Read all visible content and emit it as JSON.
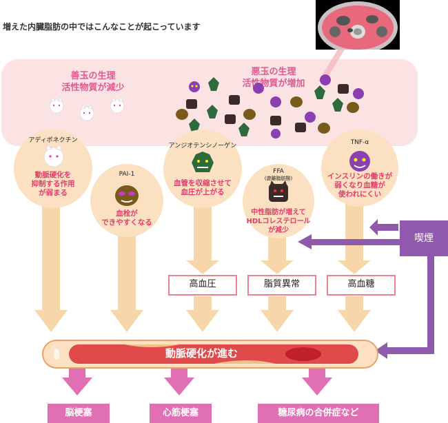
{
  "header": {
    "title": "増えた内臓脂肪の中ではこんなことが起こっています"
  },
  "band": {
    "good_label": "善玉の生理\n活性物質が減少",
    "good_label_l1": "善玉の生理",
    "good_label_l2": "活性物質が減少",
    "bad_label_l1": "悪玉の生理",
    "bad_label_l2": "活性物質が増加"
  },
  "substances": [
    {
      "name": "アディポネクチン",
      "line1": "動脈硬化を",
      "line2": "抑制する作用",
      "line3": "が弱まる"
    },
    {
      "name": "PAI-1",
      "line1": "血栓が",
      "line2": "できやすくなる"
    },
    {
      "name": "アンジオテンシノーゲン",
      "line1": "血管を収縮させて",
      "line2": "血圧が上がる"
    },
    {
      "name": "FFA",
      "sub": "(遊離脂肪酸)",
      "line1": "中性脂肪が増えて",
      "line2": "HDLコレステロール",
      "line3": "が減少"
    },
    {
      "name": "TNF-α",
      "line1": "インスリンの働きが",
      "line2": "弱くなり血糖が",
      "line3": "使われにくい"
    }
  ],
  "conditions": [
    "高血圧",
    "脂質異常",
    "高血糖"
  ],
  "smoking": "喫煙",
  "artery": "動脈硬化が進む",
  "outcomes": [
    "脳梗塞",
    "心筋梗塞",
    "糖尿病の合併症など"
  ],
  "colors": {
    "band": "#fbe3e4",
    "circle": "#fbe1c1",
    "arrow": "#f7d6a9",
    "smoke": "#8f5aae",
    "outcome": "#e06fb4",
    "accent_text": "#e33c6c",
    "box_border": "#ea8090"
  }
}
